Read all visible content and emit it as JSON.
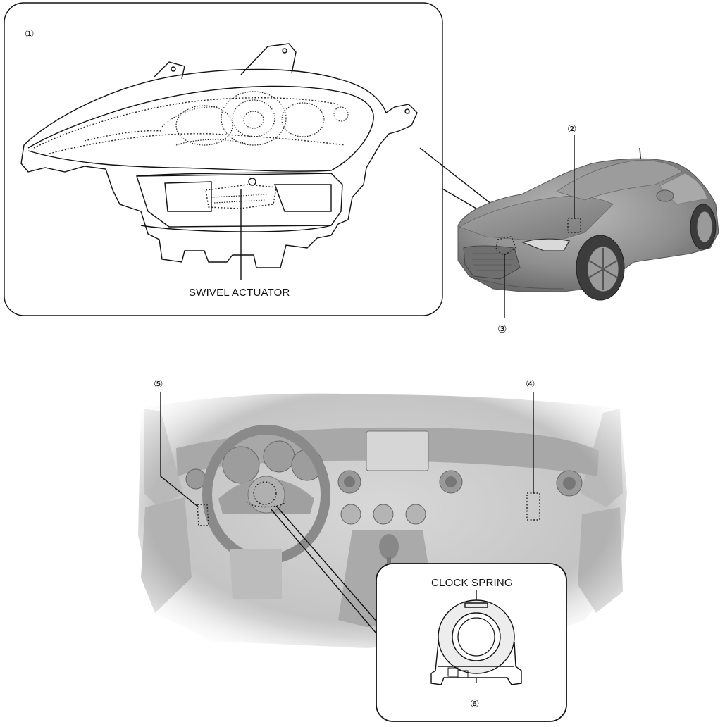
{
  "callouts": {
    "c1": "①",
    "c2": "②",
    "c3": "③",
    "c4": "④",
    "c5": "⑤",
    "c6": "⑥"
  },
  "labels": {
    "swivel_actuator": "SWIVEL ACTUATOR",
    "clock_spring": "CLOCK SPRING"
  },
  "colors": {
    "line": "#111111",
    "car_body": "#8c8c8c",
    "interior": "#c9c9c9",
    "background": "#ffffff"
  }
}
